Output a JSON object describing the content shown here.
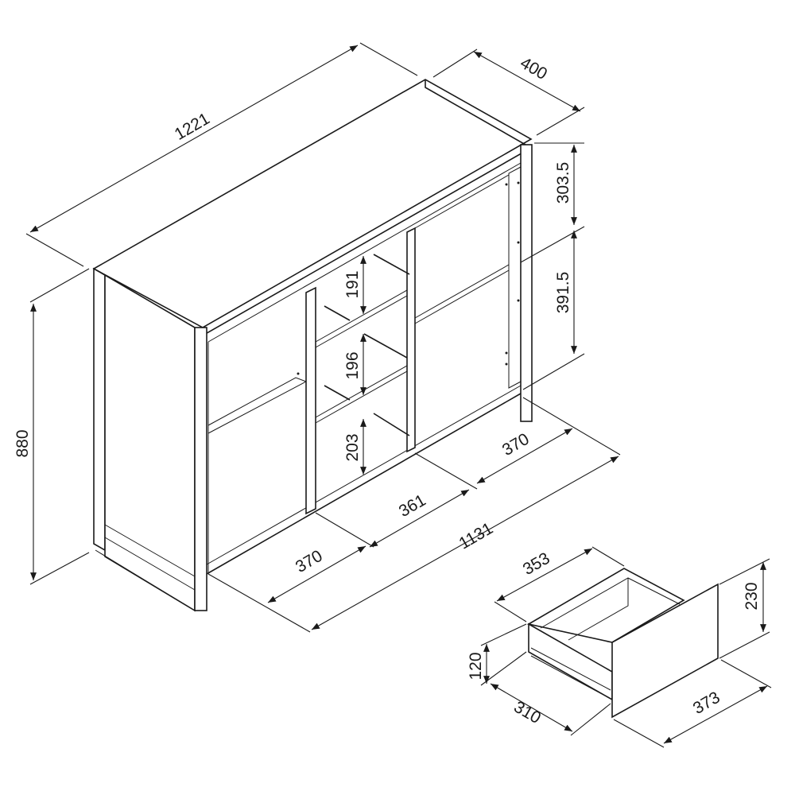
{
  "diagram": {
    "units": "mm",
    "cabinet": {
      "overall_width": "1221",
      "depth": "400",
      "height": "880",
      "upper_compartment_height": "303.5",
      "lower_compartment_height": "391.5",
      "drawer_opening_1": "191",
      "drawer_opening_2": "196",
      "drawer_opening_3": "203",
      "left_compartment_width": "370",
      "middle_compartment_width": "361",
      "right_compartment_width": "370",
      "inner_width": "1131"
    },
    "drawer": {
      "inner_width": "353",
      "front_height": "230",
      "side_height": "120",
      "depth": "310",
      "front_width": "373"
    }
  }
}
